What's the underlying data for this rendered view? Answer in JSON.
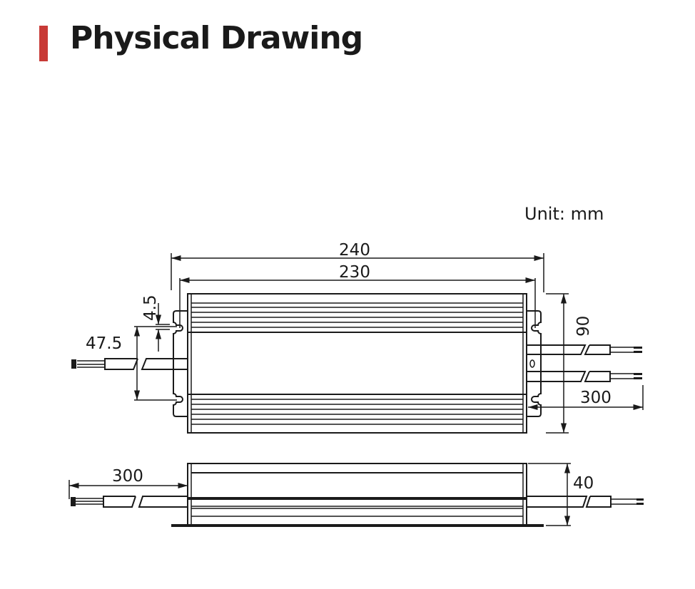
{
  "header": {
    "title": "Physical Drawing",
    "accent_color": "#c83a36"
  },
  "unit_label": "Unit: mm",
  "top_view": {
    "dim_overall_length": "240",
    "dim_mounting_length": "230",
    "dim_slot_width": "4.5",
    "dim_slot_spacing": "47.5",
    "dim_width": "90",
    "dim_cable_length": "300"
  },
  "side_view": {
    "dim_cable_length": "300",
    "dim_height": "40"
  }
}
